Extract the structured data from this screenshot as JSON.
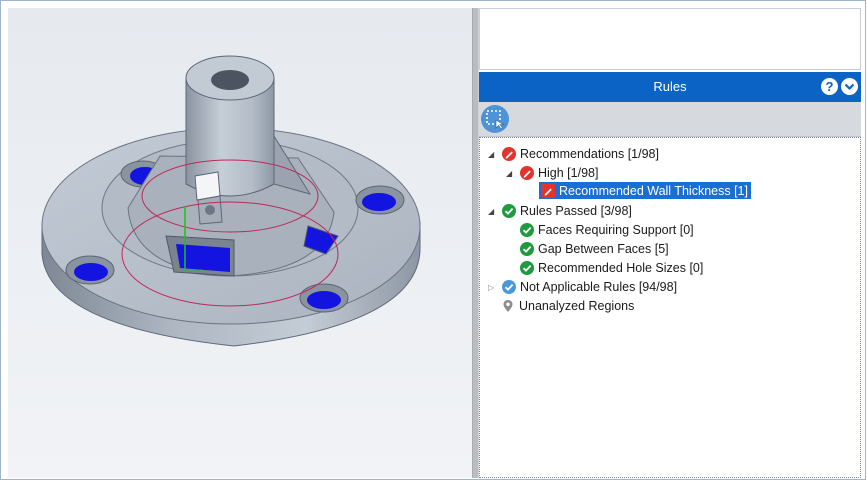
{
  "rules_panel": {
    "title": "Rules",
    "help_icon_glyph": "?",
    "help_icon": "help-icon",
    "collapse_icon": "chevron-down-icon",
    "toolbar_icon": "box-select-icon"
  },
  "tree": {
    "recommendations": "Recommendations [1/98]",
    "high": "High [1/98]",
    "wall_thickness": "Recommended Wall Thickness [1]",
    "rules_passed": "Rules Passed [3/98]",
    "faces_support": "Faces Requiring Support [0]",
    "gap_faces": "Gap Between Faces [5]",
    "hole_sizes": "Recommended Hole Sizes [0]",
    "not_applicable": "Not Applicable Rules [94/98]",
    "unanalyzed": "Unanalyzed Regions"
  },
  "colors": {
    "header_blue": "#0b63c5",
    "selection_blue": "#1a6fd4",
    "fail_red": "#e2332d",
    "pass_green": "#1e9a3f",
    "info_blue": "#4a98d9",
    "highlight_face": "#1414e0"
  }
}
